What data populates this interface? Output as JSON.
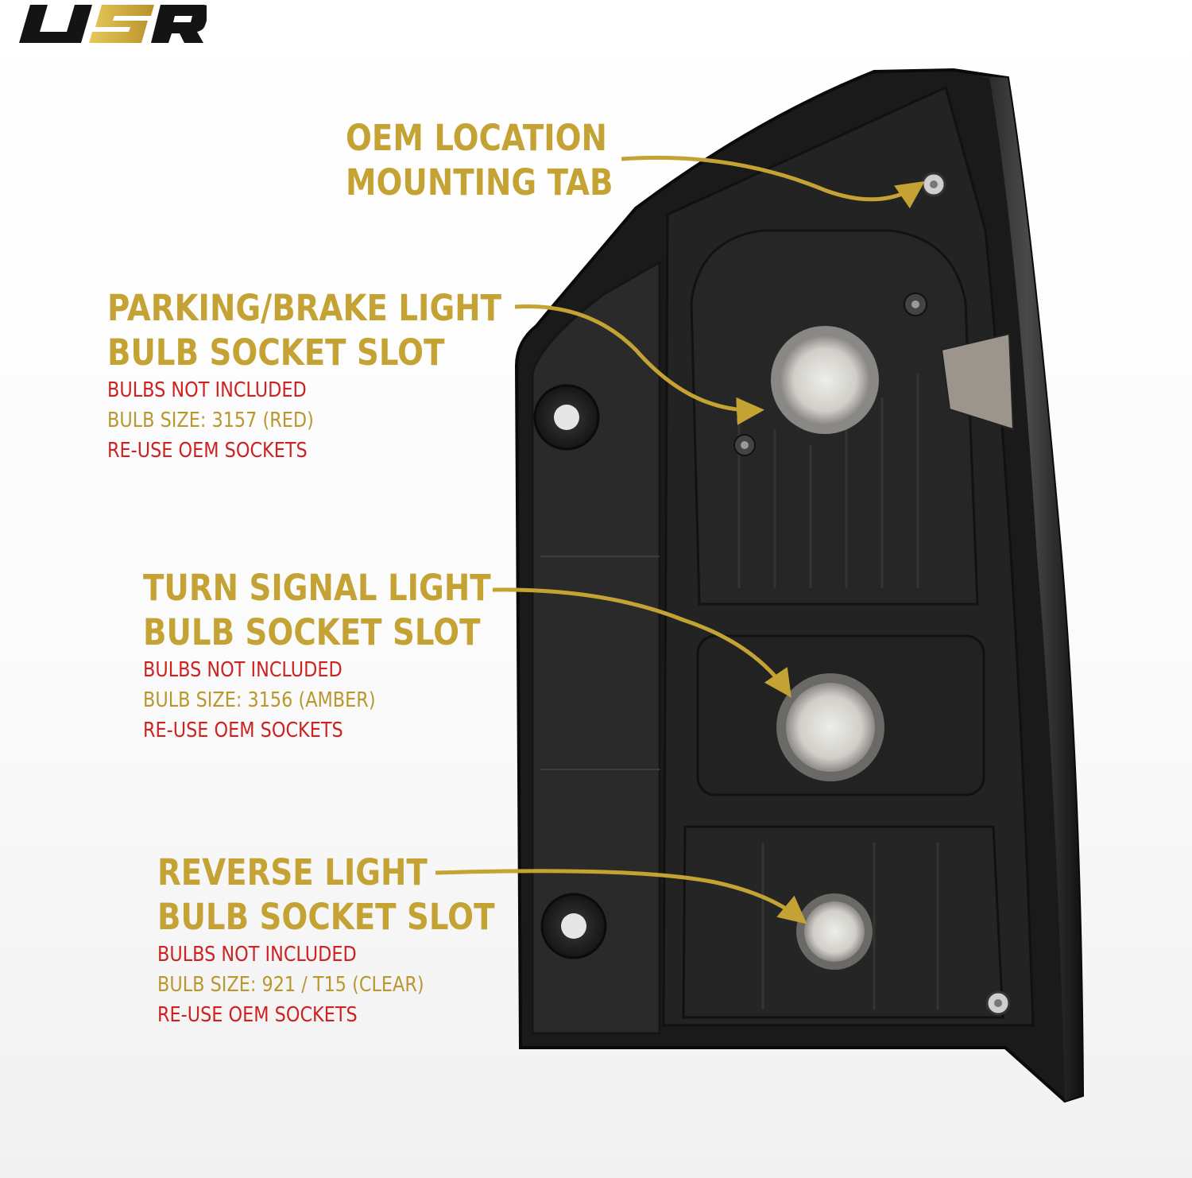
{
  "brand": {
    "logo_text": "USR"
  },
  "colors": {
    "gold": "#c4a234",
    "red": "#cc2222",
    "housing": "#1b1b1b",
    "housing_edge": "#0d0d0d",
    "socket": "#c9c7c2"
  },
  "callouts": {
    "oem_tab": {
      "line1": "OEM LOCATION",
      "line2": "MOUNTING TAB"
    },
    "parking_brake": {
      "line1": "PARKING/BRAKE LIGHT",
      "line2": "BULB SOCKET SLOT",
      "note1": "BULBS NOT INCLUDED",
      "note2": "BULB SIZE: 3157 (RED)",
      "note3": "RE-USE OEM SOCKETS"
    },
    "turn_signal": {
      "line1": "TURN SIGNAL LIGHT",
      "line2": "BULB SOCKET SLOT",
      "note1": "BULBS NOT INCLUDED",
      "note2": "BULB SIZE: 3156 (AMBER)",
      "note3": "RE-USE OEM SOCKETS"
    },
    "reverse": {
      "line1": "REVERSE LIGHT",
      "line2": "BULB SOCKET SLOT",
      "note1": "BULBS NOT INCLUDED",
      "note2": "BULB SIZE: 921 / T15 (CLEAR)",
      "note3": "RE-USE OEM SOCKETS"
    }
  }
}
